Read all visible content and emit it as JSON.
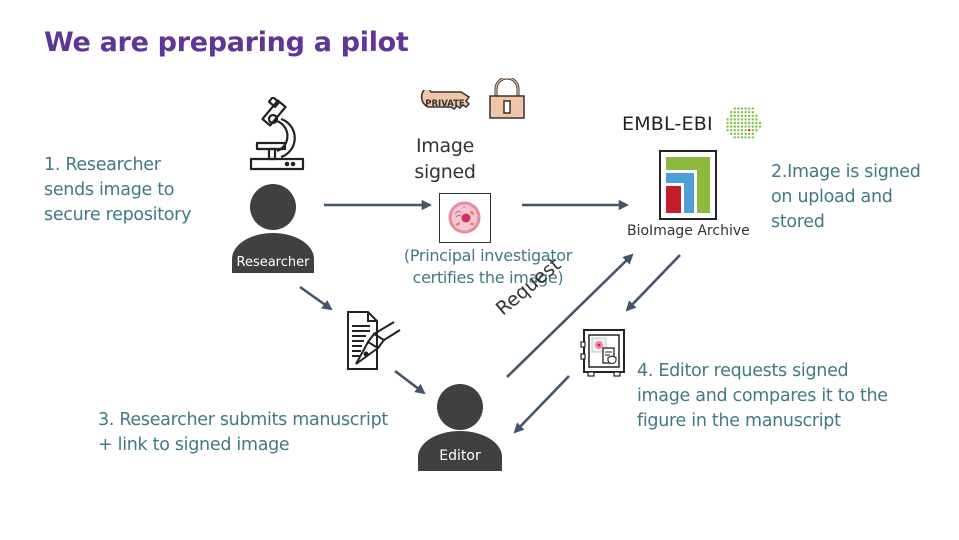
{
  "slide": {
    "title": "We are preparing a pilot",
    "colors": {
      "title": "#5f3597",
      "step_text": "#3f7a85",
      "arrow": "#44546a",
      "person": "#404040",
      "key_lock": "#f2c5a8"
    }
  },
  "steps": {
    "step1": [
      "1. Researcher",
      "sends image to",
      "secure repository"
    ],
    "step2": [
      "2.Image is signed",
      "on upload and",
      "stored"
    ],
    "step3": [
      "3. Researcher submits manuscript",
      "+ link to signed image"
    ],
    "step4": [
      "4. Editor requests signed",
      "image and compares it to the",
      "figure in the manuscript"
    ]
  },
  "nodes": {
    "researcher": {
      "label": "Researcher",
      "icon": "person-icon"
    },
    "editor": {
      "label": "Editor",
      "icon": "person-icon"
    },
    "microscope": {
      "icon": "microscope-icon"
    },
    "manuscript": {
      "icon": "document-pen-icon"
    },
    "signed_image": {
      "label_lines": [
        "Image",
        "signed"
      ],
      "icon": "cell-image-icon"
    },
    "private_key": {
      "text": "PRIVATE",
      "icon": "key-icon"
    },
    "lock": {
      "icon": "padlock-icon"
    },
    "pi_note": [
      "(Principal investigator",
      "certifies the image)"
    ],
    "embl": {
      "label": "EMBL-EBI",
      "icon": "embl-hexagon-logo"
    },
    "bioimage_archive": {
      "label": "BioImage Archive",
      "icon": "bioimage-archive-logo"
    },
    "safe": {
      "icon": "safe-vault-icon"
    }
  },
  "edges": {
    "request_label": "Request"
  }
}
